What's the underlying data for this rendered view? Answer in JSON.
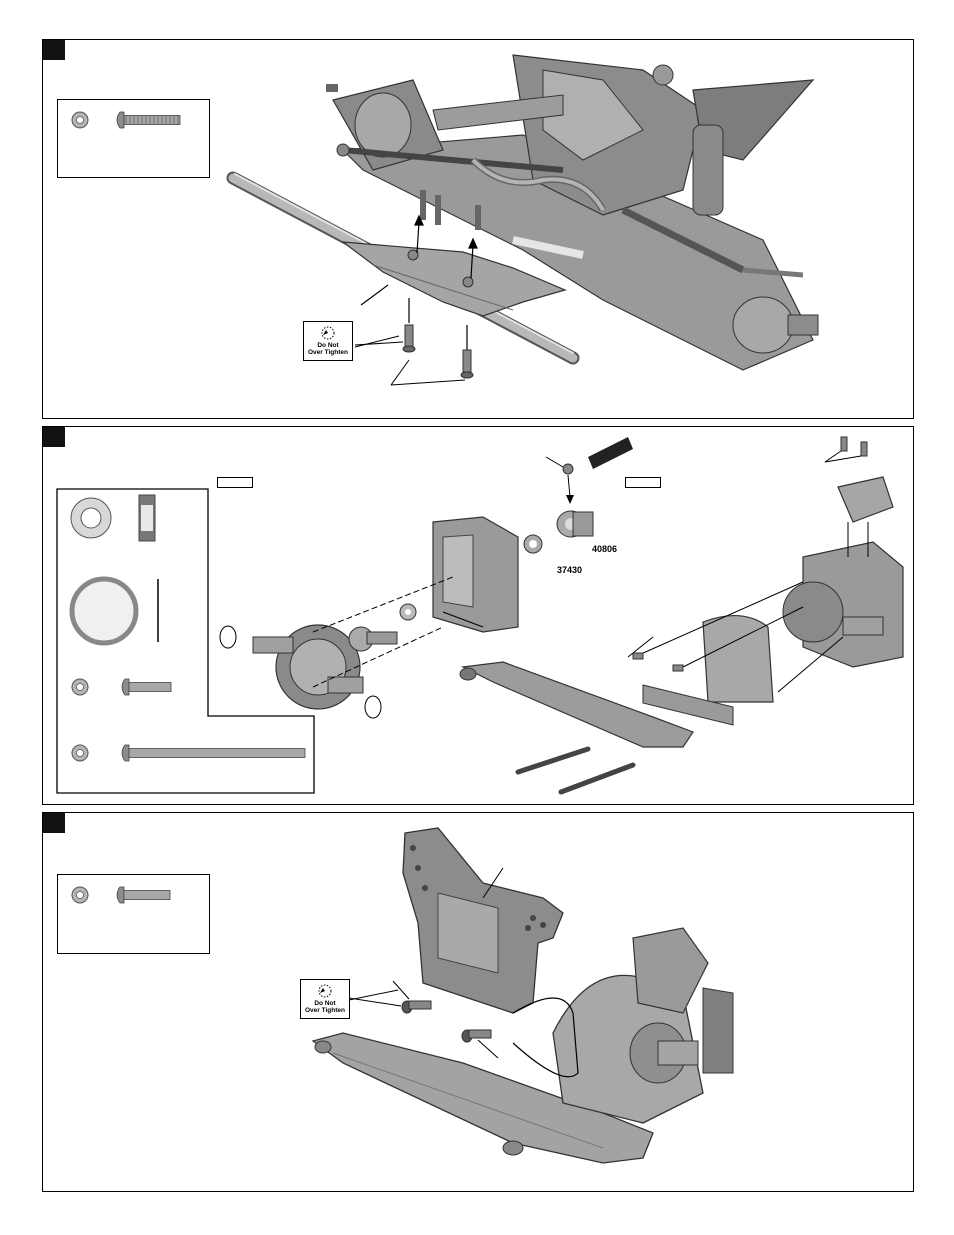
{
  "colors": {
    "ink": "#000000",
    "tab": "#111111",
    "part": "#9a9a9a",
    "part_dark": "#6e6e6e",
    "part_light": "#c4c4c4"
  },
  "steps": [
    {
      "warning": {
        "line1": "Do Not",
        "line2": "Over Tighten"
      }
    },
    {
      "callouts": {
        "bearing": "37430",
        "bushing": "40806"
      }
    },
    {
      "warning": {
        "line1": "Do Not",
        "line2": "Over Tighten"
      }
    }
  ]
}
